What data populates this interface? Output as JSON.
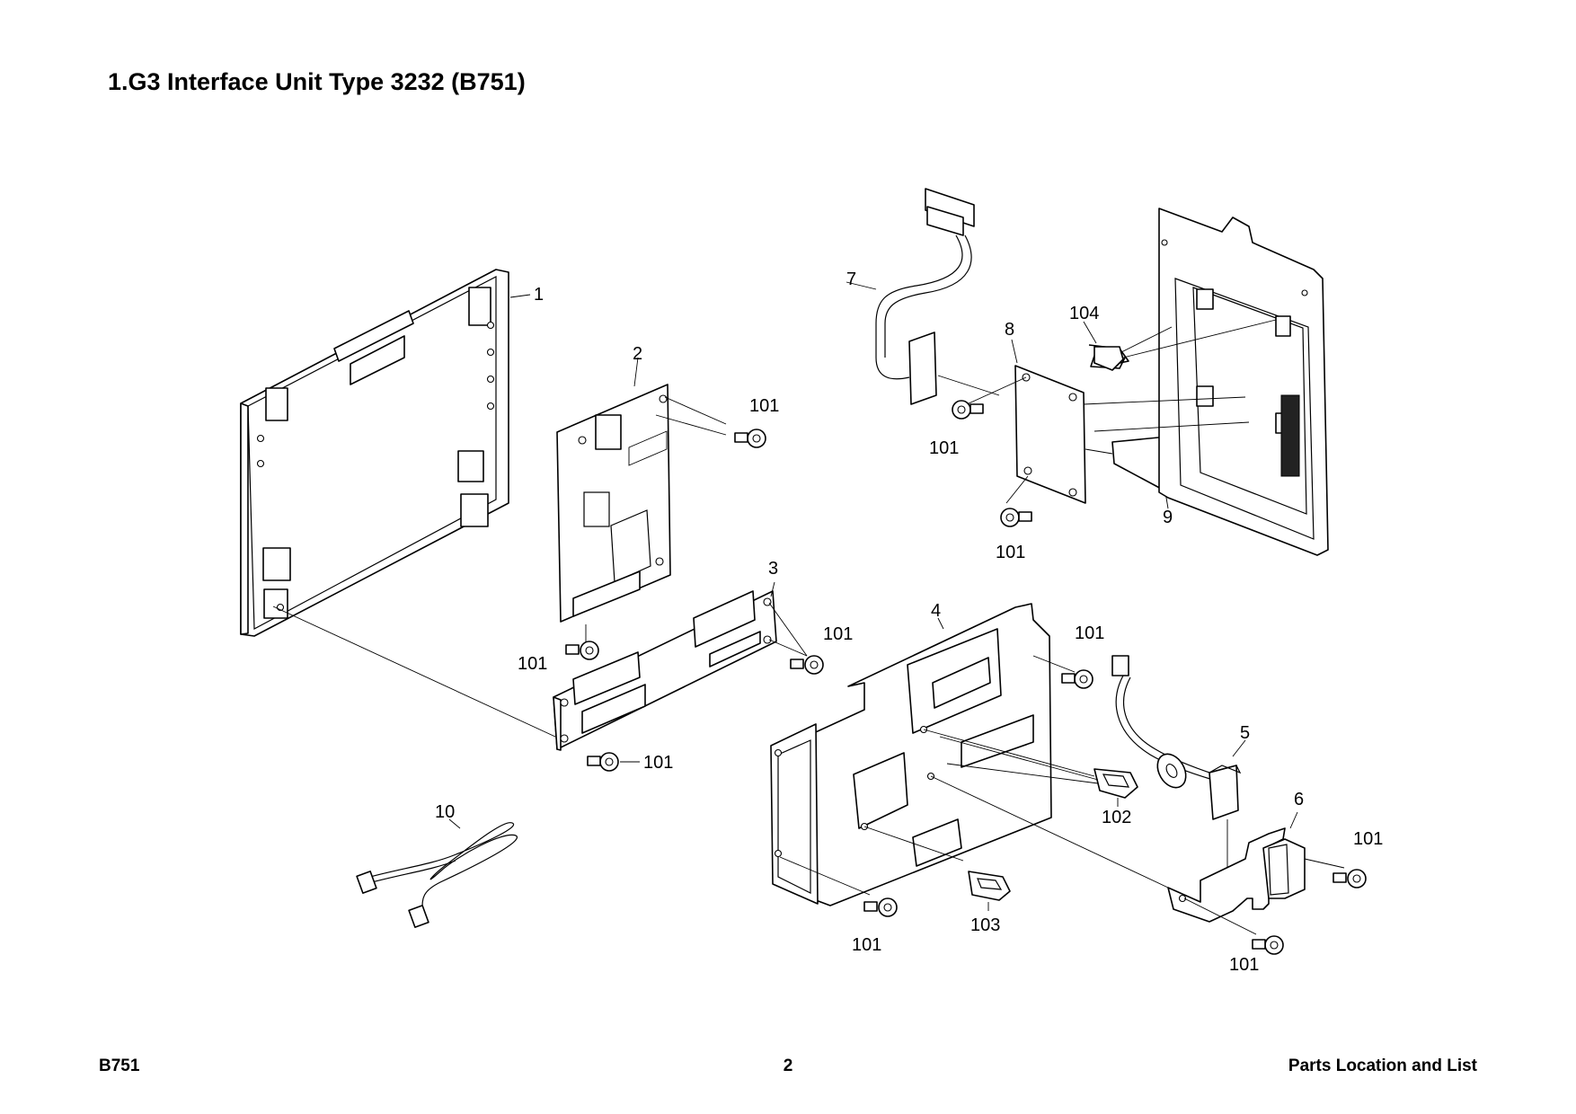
{
  "title": "1.G3 Interface Unit Type 3232 (B751)",
  "footer": {
    "left": "B751",
    "center": "2",
    "right": "Parts Location and List"
  },
  "callouts": {
    "c1": "1",
    "c2": "2",
    "c3": "3",
    "c4": "4",
    "c5": "5",
    "c6": "6",
    "c7": "7",
    "c8": "8",
    "c9": "9",
    "c10": "10",
    "c101": "101",
    "c102": "102",
    "c103": "103",
    "c104": "104"
  }
}
